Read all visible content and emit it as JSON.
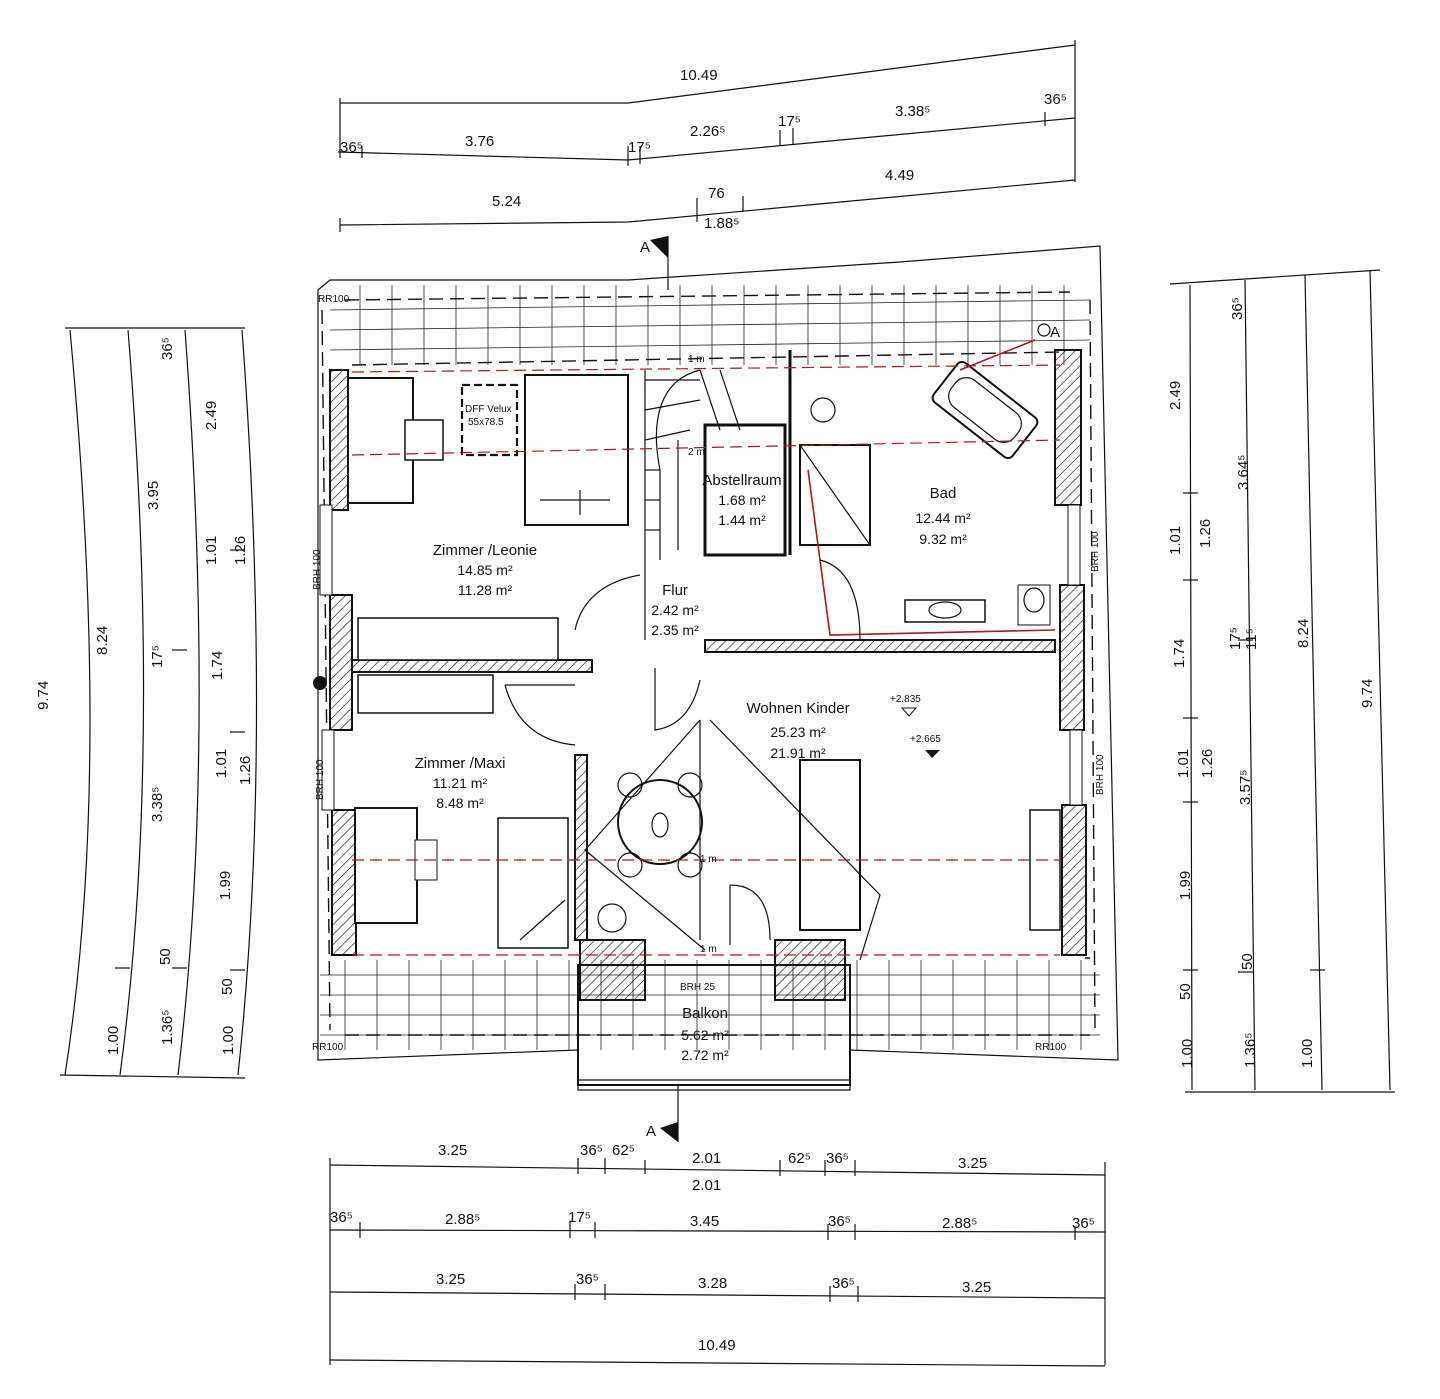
{
  "dims": {
    "top": {
      "overall": "10.49",
      "row2": [
        "36⁵",
        "3.76",
        "17⁵",
        "2.26⁵",
        "17⁵",
        "3.38⁵",
        "36⁵"
      ],
      "row3": [
        "5.24",
        "76",
        "1.88⁵",
        "4.49"
      ]
    },
    "bottom": {
      "row1": [
        "3.25",
        "36⁵",
        "62⁵",
        "2.01",
        "62⁵",
        "36⁵",
        "3.25"
      ],
      "row1b": "2.01",
      "row2": [
        "36⁵",
        "2.88⁵",
        "17⁵",
        "3.45",
        "36⁵",
        "2.88⁵",
        "36⁵"
      ],
      "row3": [
        "3.25",
        "36⁵",
        "3.28",
        "36⁵",
        "3.25"
      ],
      "overall": "10.49"
    },
    "left": {
      "c1": [
        "9.74"
      ],
      "c2": [
        "8.24",
        "1.00"
      ],
      "c3": [
        "3.95",
        "17⁵",
        "3.38⁵",
        "50",
        "1.36⁵",
        "36⁵"
      ],
      "c4": [
        "2.49",
        "1.01",
        "1.26",
        "1.74",
        "1.01",
        "1.26",
        "1.99",
        "50",
        "1.00"
      ]
    },
    "right": {
      "c1": [
        "2.49",
        "1.01",
        "1.74",
        "1.01",
        "1.99",
        "50",
        "1.00"
      ],
      "c2": [
        "1.26",
        "1.26",
        "3.57⁵",
        "50",
        "1.36⁵"
      ],
      "c3": [
        "36⁵",
        "3.64⁵",
        "17⁵",
        "11⁵"
      ],
      "c4": [
        "8.24",
        "1.00"
      ],
      "c5": [
        "9.74"
      ]
    }
  },
  "rooms": [
    {
      "name": "Zimmer /Leonie",
      "area1": "14.85 m²",
      "area2": "11.28 m²"
    },
    {
      "name": "Abstellraum",
      "area1": "1.68 m²",
      "area2": "1.44 m²"
    },
    {
      "name": "Bad",
      "area1": "12.44 m²",
      "area2": "9.32 m²"
    },
    {
      "name": "Flur",
      "area1": "2.42 m²",
      "area2": "2.35 m²"
    },
    {
      "name": "Wohnen Kinder",
      "area1": "25.23 m²",
      "area2": "21.91 m²"
    },
    {
      "name": "Zimmer /Maxi",
      "area1": "11.21 m²",
      "area2": "8.48 m²"
    },
    {
      "name": "Balkon",
      "area1": "5.62 m²",
      "area2": "2.72 m²"
    }
  ],
  "labels": {
    "rr_tl": "RR100",
    "rr_bl": "RR100",
    "rr_br": "RR100",
    "brh_l1": "BRH 100",
    "brh_l2": "BRH 100",
    "brh_r1": "BRH 100",
    "brh_r2": "BRH 100",
    "brh_balkon": "BRH 25",
    "level1": "+2.835",
    "level2": "+2.665",
    "one_m_1": "1 m",
    "one_m_2": "1 m",
    "one_m_3": "1 m",
    "two_m": "2 m",
    "dff1": "DFF Velux",
    "dff2": "55x78.5",
    "section_top": "A",
    "section_bottom": "A",
    "section_right": "A"
  },
  "colors": {
    "ink": "#111111",
    "red_line": "#b01818",
    "paper": "#ffffff"
  }
}
